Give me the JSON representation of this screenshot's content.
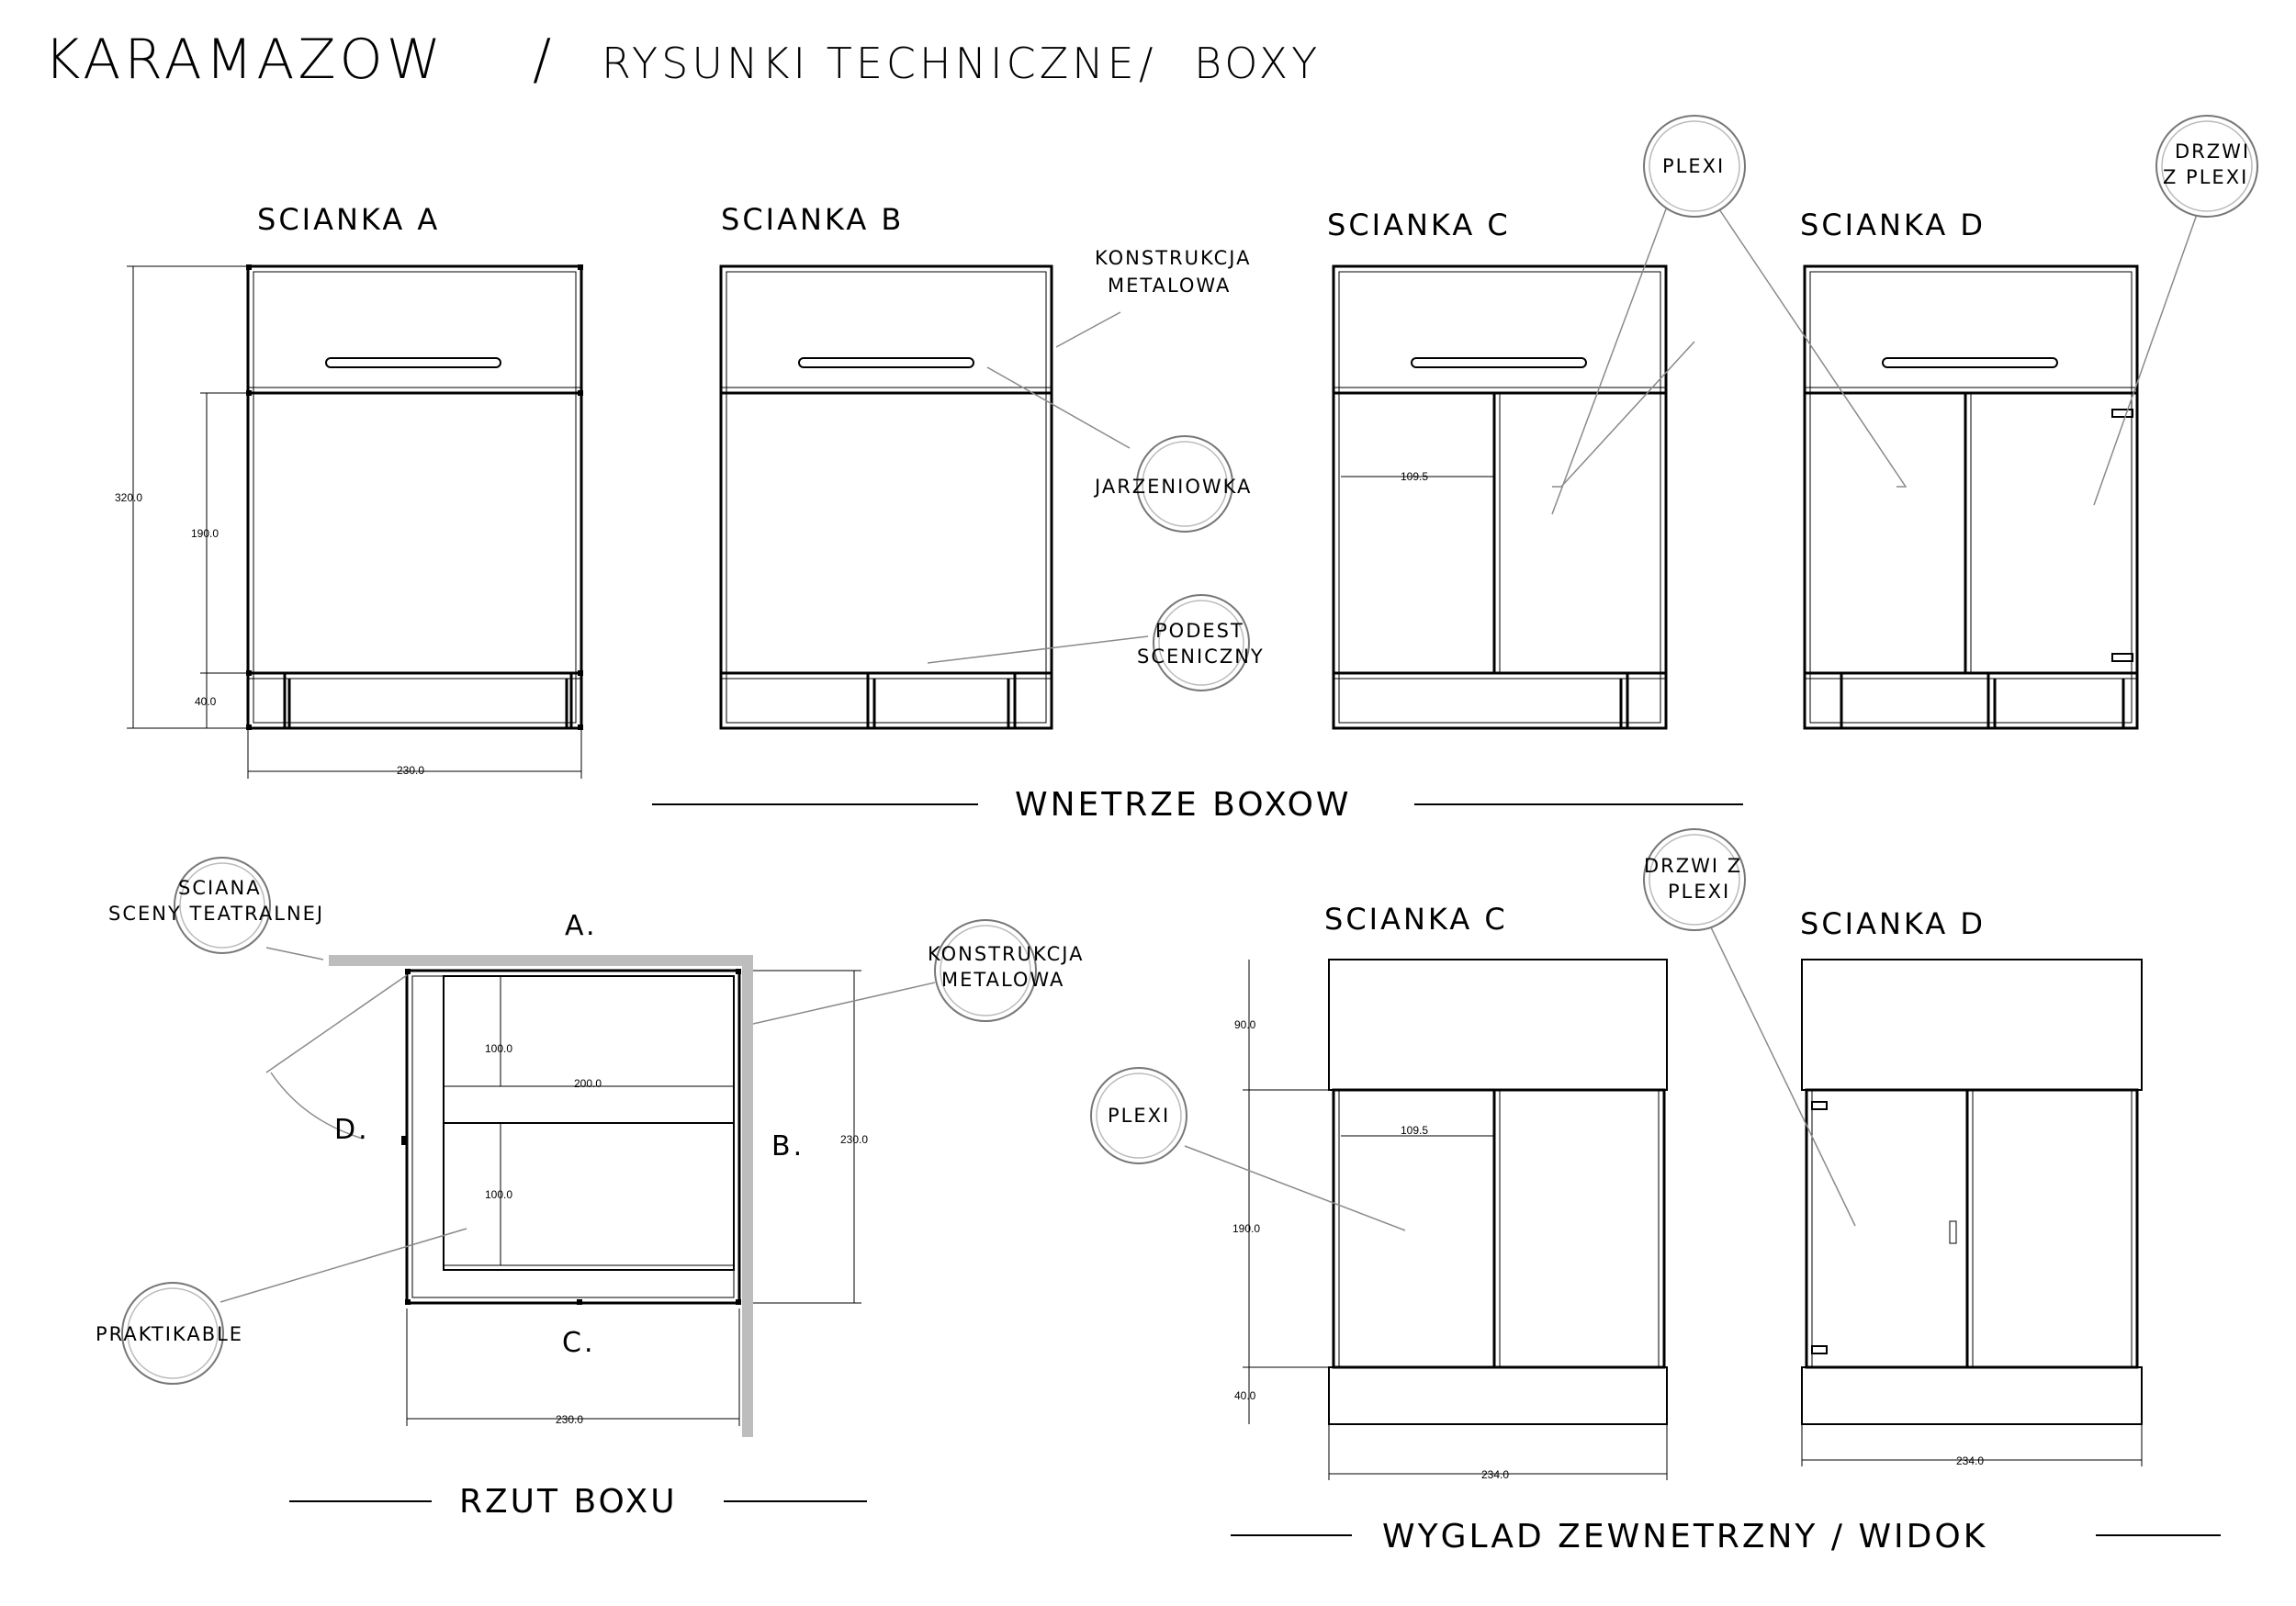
{
  "header": {
    "project": "KARAMAZOW",
    "sep1": "/",
    "subtitle": "RYSUNKI TECHNICZNE",
    "sep2": "/",
    "topic": "BOXY"
  },
  "sections": {
    "interior": "WNETRZE BOXOW",
    "plan": "RZUT BOXU",
    "exterior": "WYGLAD ZEWNETRZNY / WIDOK"
  },
  "interior_walls": {
    "a": "SCIANKA A",
    "b": "SCIANKA B",
    "c": "SCIANKA C",
    "d": "SCIANKA D"
  },
  "exterior_walls": {
    "c": "SCIANKA C",
    "d": "SCIANKA D"
  },
  "callouts": {
    "konstrukcja_1": [
      "KONSTRUKCJA",
      "METALOWA"
    ],
    "jarzeniowka": "JARZENIOWKA",
    "podest": [
      "PODEST",
      "SCENICZNY"
    ],
    "plexi_top": "PLEXI",
    "drzwi_top": [
      "DRZWI",
      "Z PLEXI"
    ],
    "sciana": [
      "SCIANA",
      "SCENY TEATRALNEJ"
    ],
    "konstrukcja_2": [
      "KONSTRUKCJA",
      "METALOWA"
    ],
    "praktikable": "PRAKTIKABLE",
    "plexi_ext": "PLEXI",
    "drzwi_ext": [
      "DRZWI Z",
      "PLEXI"
    ]
  },
  "plan_labels": {
    "a": "A.",
    "b": "B.",
    "c": "C.",
    "d": "D."
  },
  "dimensions": {
    "a_total_height": "320.0",
    "a_mid_height": "190.0",
    "a_base_height": "40.0",
    "a_width": "230.0",
    "c_int_width": "109.5",
    "plan_upper": "100.0",
    "plan_inner": "200.0",
    "plan_lower": "100.0",
    "plan_depth": "230.0",
    "plan_width": "230.0",
    "ext_top": "90.0",
    "ext_c_width": "109.5",
    "ext_mid": "190.0",
    "ext_base": "40.0",
    "ext_c_total": "234.0",
    "ext_d_total": "234.0"
  }
}
